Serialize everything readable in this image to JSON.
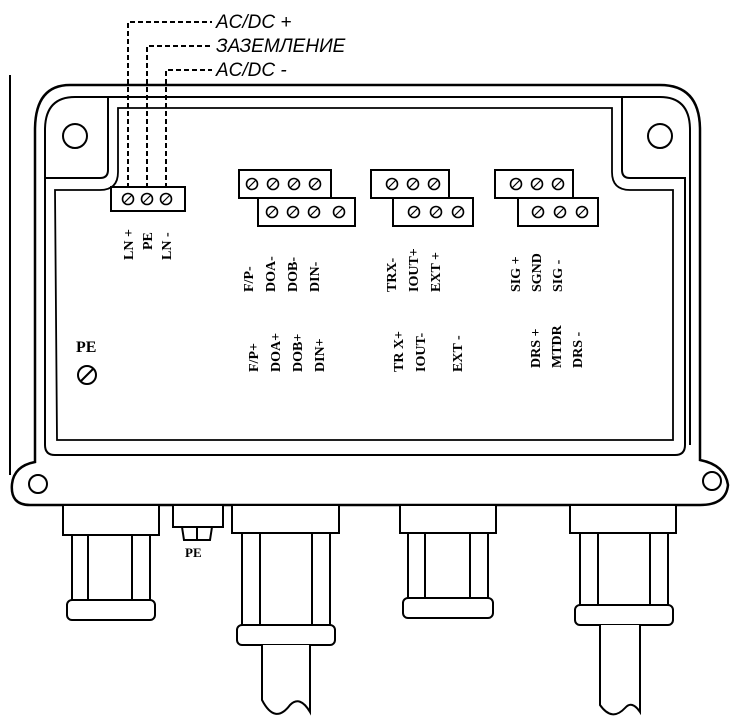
{
  "wire_labels": {
    "ac_dc_plus": "AC/DC +",
    "ground": "ЗАЗЕМЛЕНИЕ",
    "ac_dc_minus": "AC/DC -"
  },
  "power_terminals": [
    "LN +",
    "PE",
    "LN -"
  ],
  "terminal_groups": [
    {
      "upper": [
        "F/P-",
        "DOA-",
        "DOB-",
        "DIN-"
      ],
      "lower": [
        "F/P+",
        "DOA+",
        "DOB+",
        "DIN+"
      ]
    },
    {
      "upper": [
        "TRX-",
        "IOUT+",
        "EXT +"
      ],
      "lower": [
        "TR X+",
        "IOUT-",
        "EXT -"
      ]
    },
    {
      "upper": [
        "SIG +",
        "SGND",
        "SIG -"
      ],
      "lower": [
        "DRS +",
        "MTDR",
        "DRS -"
      ]
    }
  ],
  "pe_label": "PE",
  "pe_bottom_label": "PE"
}
